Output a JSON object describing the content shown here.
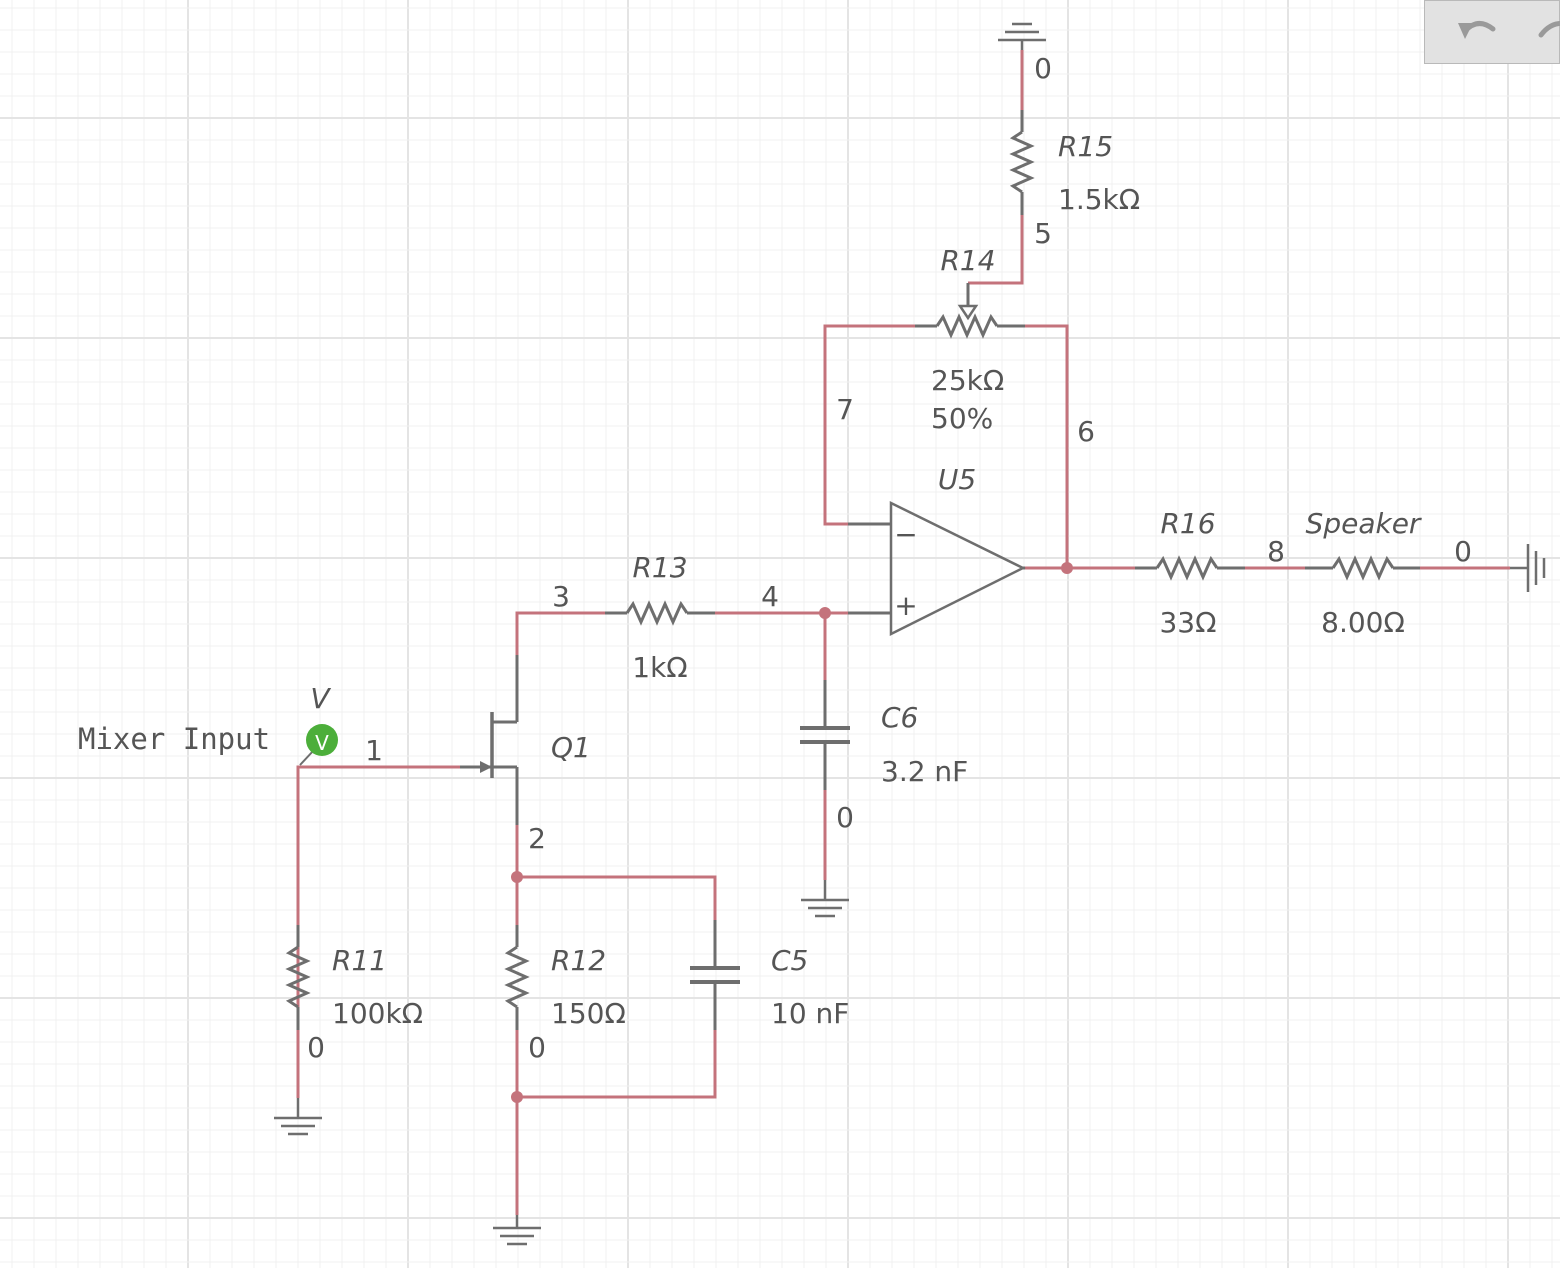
{
  "toolbar": {
    "undo_icon": "undo-icon",
    "redo_icon": "redo-icon"
  },
  "colors": {
    "wire": "#c4737c",
    "component": "#6e6e6e",
    "grid_major": "#e4e4e4",
    "grid_minor": "#f1f1f1",
    "probe": "#4cae3a"
  },
  "probe": {
    "name": "V",
    "badge": "V",
    "label": "Mixer Input"
  },
  "nodes": {
    "n0": "0",
    "n1": "1",
    "n2": "2",
    "n3": "3",
    "n4": "4",
    "n5": "5",
    "n6": "6",
    "n7": "7",
    "n8": "8"
  },
  "components": {
    "R11": {
      "name": "R11",
      "value": "100kΩ"
    },
    "R12": {
      "name": "R12",
      "value": "150Ω"
    },
    "C5": {
      "name": "C5",
      "value": "10 nF"
    },
    "Q1": {
      "name": "Q1"
    },
    "R13": {
      "name": "R13",
      "value": "1kΩ"
    },
    "C6": {
      "name": "C6",
      "value": "3.2 nF"
    },
    "U5": {
      "name": "U5",
      "minus": "−",
      "plus": "+"
    },
    "R14": {
      "name": "R14",
      "value": "25kΩ",
      "setting": "50%"
    },
    "R15": {
      "name": "R15",
      "value": "1.5kΩ"
    },
    "R16": {
      "name": "R16",
      "value": "33Ω"
    },
    "Speaker": {
      "name": "Speaker",
      "value": "8.00Ω"
    }
  }
}
